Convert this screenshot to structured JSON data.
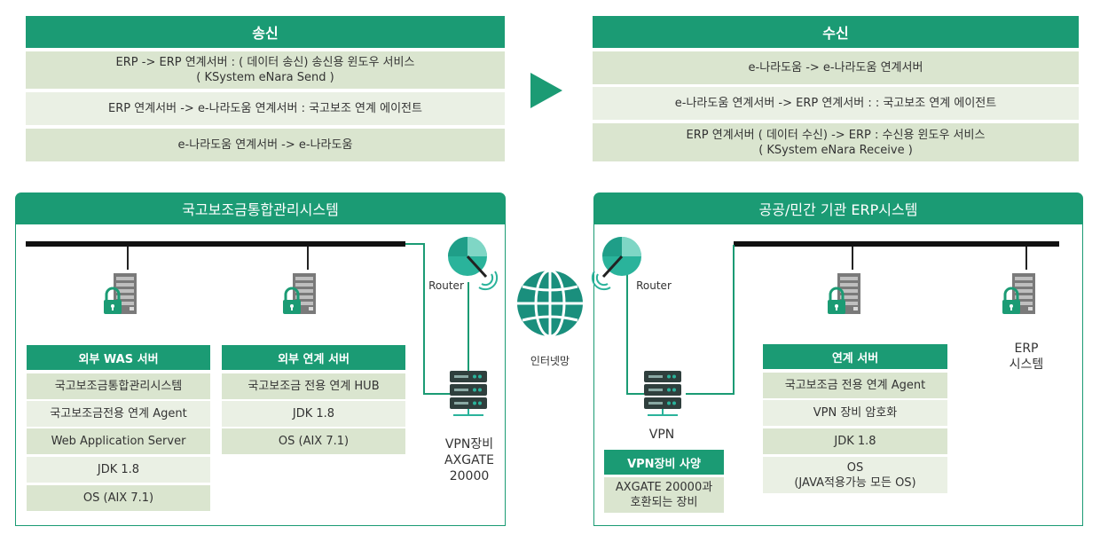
{
  "send": {
    "title": "송신",
    "rows": [
      {
        "l1": "ERP -> ERP 연계서버 : ( 데이터 송신) 송신용 윈도우 서비스",
        "l2": "( KSystem eNara Send )"
      },
      {
        "l1": "ERP 연계서버 -> e-나라도움 연계서버 : 국고보조 연계 에이전트"
      },
      {
        "l1": "e-나라도움 연계서버 -> e-나라도움"
      }
    ]
  },
  "recv": {
    "title": "수신",
    "rows": [
      {
        "l1": "e-나라도움 -> e-나라도움 연계서버"
      },
      {
        "l1": "e-나라도움 연계서버 -> ERP 연계서버 : : 국고보조 연계 에이전트"
      },
      {
        "l1": "ERP 연계서버 ( 데이터 수신) -> ERP : 수신용 윈도우 서비스",
        "l2": "( KSystem eNara Receive )"
      }
    ]
  },
  "left_panel": {
    "title": "국고보조금통합관리시스템",
    "was": {
      "title": "외부 WAS 서버",
      "items": [
        "국고보조금통합관리시스템",
        "국고보조금전용 연계 Agent",
        "Web Application Server",
        "JDK 1.8",
        "OS (AIX 7.1)"
      ]
    },
    "link": {
      "title": "외부 연계 서버",
      "items": [
        "국고보조금 전용 연계 HUB",
        "JDK 1.8",
        "OS (AIX 7.1)"
      ]
    },
    "router_label": "Router",
    "vpn_label": [
      "VPN장비",
      "AXGATE",
      "20000"
    ]
  },
  "internet_label": "인터넷망",
  "right_panel": {
    "title": "공공/민간 기관 ERP시스템",
    "router_label": "Router",
    "vpn_label": "VPN",
    "vpn_spec": {
      "title": "VPN장비 사양",
      "l1": "AXGATE 20000과",
      "l2": "호환되는 장비"
    },
    "link": {
      "title": "연계 서버",
      "items": [
        "국고보조금 전용 연계 Agent",
        "VPN 장비 암호화",
        "JDK 1.8"
      ],
      "os_l1": "OS",
      "os_l2": "(JAVA적용가능 모든 OS)"
    },
    "erp_label": [
      "ERP",
      "시스템"
    ]
  },
  "colors": {
    "green": "#1b9b74",
    "row_dark": "#dae5cf",
    "row_light": "#eaf0e4",
    "teal": "#2ab39b"
  }
}
